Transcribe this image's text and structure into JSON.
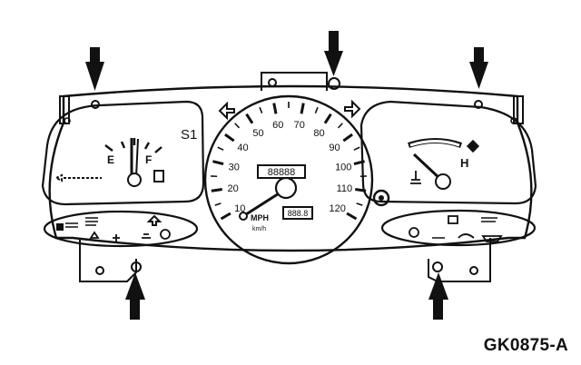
{
  "caption": "GK0875-A",
  "fuel_gauge": {
    "left_label": "E",
    "right_label": "F",
    "cluster_label": "S1"
  },
  "temp_gauge": {
    "high_label": "H"
  },
  "speedometer": {
    "ticks": [
      "10",
      "20",
      "30",
      "40",
      "50",
      "60",
      "70",
      "80",
      "90",
      "100",
      "110",
      "120"
    ],
    "outer_unit": "MPH",
    "inner_unit": "km/h"
  },
  "odometer": {
    "total": "88888",
    "trip": "888.8"
  },
  "indicator_left": {
    "icons": [
      "door-ajar-icon",
      "low-fuel-icon",
      "seatbelt-icon",
      "airbag-icon",
      "check-engine-icon",
      "upshift-icon"
    ]
  },
  "indicator_right": {
    "icons": [
      "headlamp-icon",
      "battery-icon",
      "oil-pressure-icon",
      "brake-icon"
    ]
  },
  "callout_arrows": 5
}
